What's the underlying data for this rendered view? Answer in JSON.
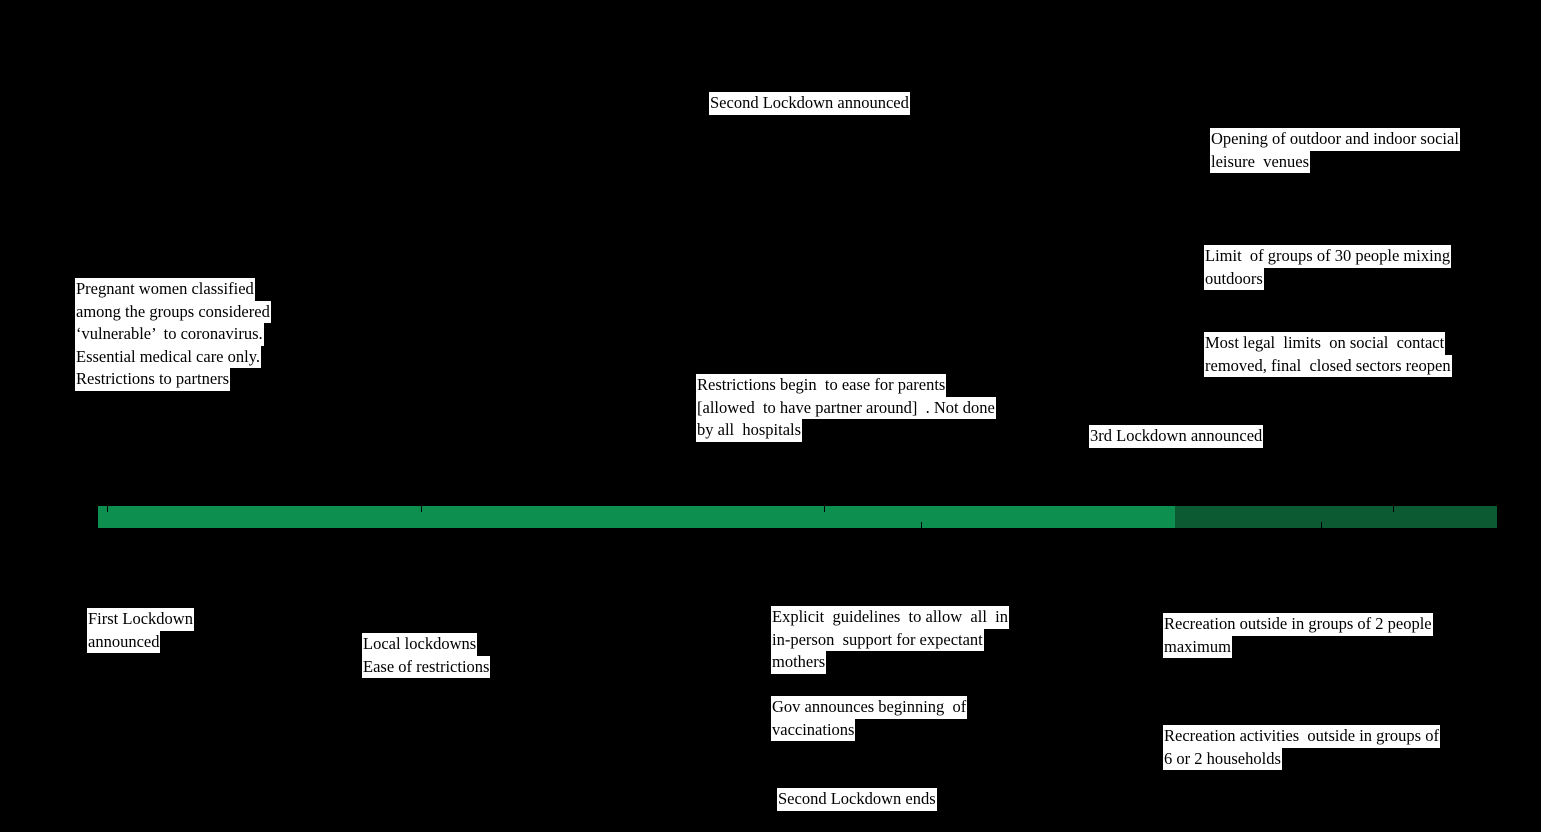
{
  "colors": {
    "background": "#000000",
    "label_background": "#ffffff",
    "timeline_light": "#0d8f4f",
    "timeline_dark": "#0b5a32"
  },
  "events_above": [
    {
      "id": "second-lockdown-announced",
      "lines": [
        "Second Lockdown announced"
      ]
    },
    {
      "id": "opening-venues",
      "lines": [
        "Opening of outdoor and indoor social",
        "leisure  venues"
      ]
    },
    {
      "id": "pregnant-women-vulnerable",
      "lines": [
        "Pregnant women classified",
        "among the groups considered",
        "‘vulnerable’  to coronavirus.",
        "Essential medical care only.",
        "Restrictions to partners"
      ]
    },
    {
      "id": "limit-30-people",
      "lines": [
        "Limit  of groups of 30 people mixing",
        "outdoors"
      ]
    },
    {
      "id": "legal-limits-removed",
      "lines": [
        "Most legal  limits  on social  contact",
        "removed, final  closed sectors reopen"
      ]
    },
    {
      "id": "restrictions-ease-parents",
      "lines": [
        "Restrictions begin  to ease for parents",
        "[allowed  to have partner around]  . Not done",
        "by all  hospitals"
      ]
    },
    {
      "id": "third-lockdown-announced",
      "lines": [
        "3rd Lockdown announced"
      ]
    }
  ],
  "events_below": [
    {
      "id": "first-lockdown",
      "lines": [
        "First Lockdown",
        "announced"
      ]
    },
    {
      "id": "local-lockdowns",
      "lines": [
        "Local lockdowns",
        "Ease of restrictions"
      ]
    },
    {
      "id": "explicit-guidelines",
      "lines": [
        "Explicit  guidelines  to allow  all  in",
        "in-person  support for expectant",
        "mothers"
      ]
    },
    {
      "id": "recreation-2-people",
      "lines": [
        "Recreation outside in groups of 2 people",
        "maximum"
      ]
    },
    {
      "id": "vaccinations",
      "lines": [
        "Gov announces beginning  of",
        "vaccinations"
      ]
    },
    {
      "id": "recreation-6-people",
      "lines": [
        "Recreation activities  outside in groups of",
        "6 or 2 households"
      ]
    },
    {
      "id": "second-lockdown-ends",
      "lines": [
        "Second Lockdown ends"
      ]
    }
  ]
}
